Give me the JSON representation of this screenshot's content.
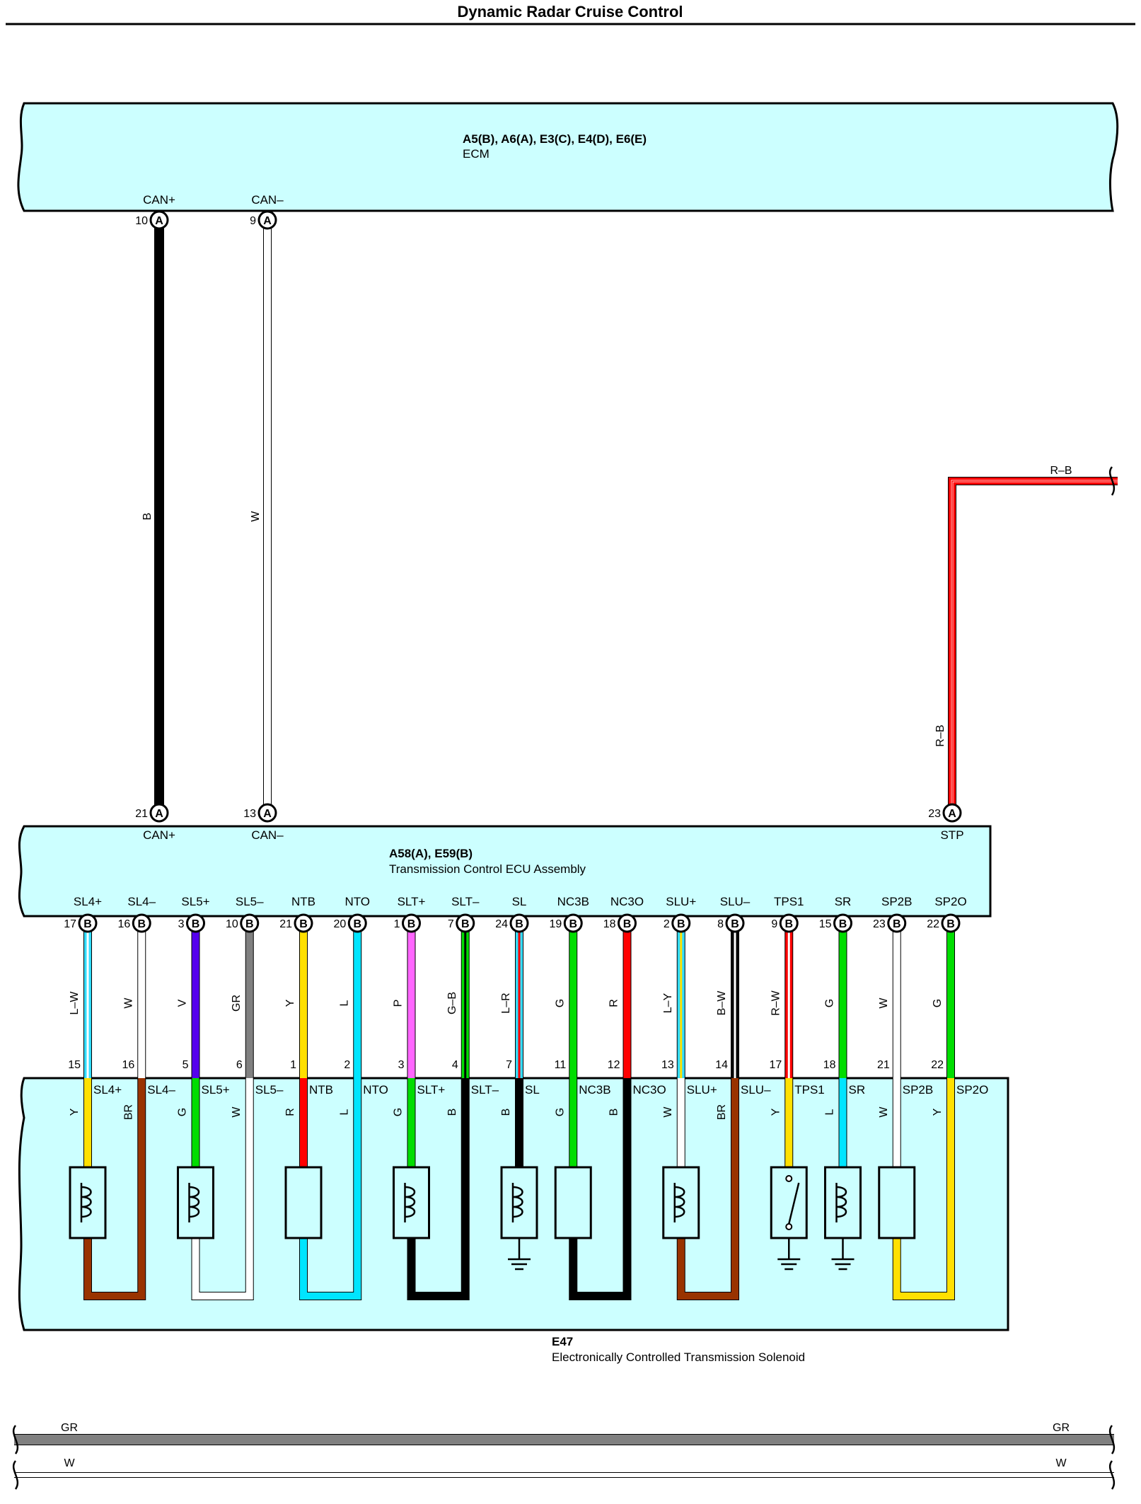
{
  "title": "Dynamic Radar Cruise Control",
  "ecm": {
    "code": "A5(B), A6(A), E3(C), E4(D), E6(E)",
    "name": "ECM",
    "pins": [
      {
        "name": "CAN+",
        "pin": "10",
        "conn": "A"
      },
      {
        "name": "CAN–",
        "pin": "9",
        "conn": "A"
      }
    ]
  },
  "tcm": {
    "code": "A58(A), E59(B)",
    "name": "Transmission Control ECU Assembly",
    "top_pins": [
      {
        "name": "CAN+",
        "pin": "21",
        "conn": "A"
      },
      {
        "name": "CAN–",
        "pin": "13",
        "conn": "A"
      },
      {
        "name": "STP",
        "pin": "23",
        "conn": "A"
      }
    ],
    "bottom_pins": [
      {
        "name": "SL4+",
        "pin": "17",
        "conn": "B"
      },
      {
        "name": "SL4–",
        "pin": "16",
        "conn": "B"
      },
      {
        "name": "SL5+",
        "pin": "3",
        "conn": "B"
      },
      {
        "name": "SL5–",
        "pin": "10",
        "conn": "B"
      },
      {
        "name": "NTB",
        "pin": "21",
        "conn": "B"
      },
      {
        "name": "NTO",
        "pin": "20",
        "conn": "B"
      },
      {
        "name": "SLT+",
        "pin": "1",
        "conn": "B"
      },
      {
        "name": "SLT–",
        "pin": "7",
        "conn": "B"
      },
      {
        "name": "SL",
        "pin": "24",
        "conn": "B"
      },
      {
        "name": "NC3B",
        "pin": "19",
        "conn": "B"
      },
      {
        "name": "NC3O",
        "pin": "18",
        "conn": "B"
      },
      {
        "name": "SLU+",
        "pin": "2",
        "conn": "B"
      },
      {
        "name": "SLU–",
        "pin": "8",
        "conn": "B"
      },
      {
        "name": "TPS1",
        "pin": "9",
        "conn": "B"
      },
      {
        "name": "SR",
        "pin": "15",
        "conn": "B"
      },
      {
        "name": "SP2B",
        "pin": "23",
        "conn": "B"
      },
      {
        "name": "SP2O",
        "pin": "22",
        "conn": "B"
      }
    ]
  },
  "can_wires": [
    {
      "label": "B",
      "color": "#000000"
    },
    {
      "label": "W",
      "color": "#ffffff"
    }
  ],
  "rb_wire": {
    "label": "R–B",
    "color": "#ff0000",
    "stripe": "#000000"
  },
  "harness": [
    {
      "label": "L–W",
      "color": "#33ddff",
      "stripe": "#ffffff"
    },
    {
      "label": "W",
      "color": "#ffffff",
      "stripe": ""
    },
    {
      "label": "V",
      "color": "#5500ee",
      "stripe": ""
    },
    {
      "label": "GR",
      "color": "#808080",
      "stripe": ""
    },
    {
      "label": "Y",
      "color": "#ffe000",
      "stripe": ""
    },
    {
      "label": "L",
      "color": "#00e5ff",
      "stripe": ""
    },
    {
      "label": "P",
      "color": "#ff66ff",
      "stripe": ""
    },
    {
      "label": "G–B",
      "color": "#00dd00",
      "stripe": "#000000"
    },
    {
      "label": "L–R",
      "color": "#33ddff",
      "stripe": "#ff0000"
    },
    {
      "label": "G",
      "color": "#00dd00",
      "stripe": ""
    },
    {
      "label": "R",
      "color": "#ff0000",
      "stripe": ""
    },
    {
      "label": "L–Y",
      "color": "#33ddff",
      "stripe": "#ffe000"
    },
    {
      "label": "B–W",
      "color": "#000000",
      "stripe": "#ffffff"
    },
    {
      "label": "R–W",
      "color": "#ff0000",
      "stripe": "#ffffff"
    },
    {
      "label": "G",
      "color": "#00dd00",
      "stripe": ""
    },
    {
      "label": "W",
      "color": "#ffffff",
      "stripe": ""
    },
    {
      "label": "G",
      "color": "#00dd00",
      "stripe": ""
    }
  ],
  "solenoid": {
    "code": "E47",
    "name": "Electronically Controlled Transmission Solenoid",
    "pins": [
      {
        "pin": "15",
        "name": "SL4+",
        "wire": "Y"
      },
      {
        "pin": "16",
        "name": "SL4–",
        "wire": "BR"
      },
      {
        "pin": "5",
        "name": "SL5+",
        "wire": "G"
      },
      {
        "pin": "6",
        "name": "SL5–",
        "wire": "W"
      },
      {
        "pin": "1",
        "name": "NTB",
        "wire": "R"
      },
      {
        "pin": "2",
        "name": "NTO",
        "wire": "L"
      },
      {
        "pin": "3",
        "name": "SLT+",
        "wire": "G"
      },
      {
        "pin": "4",
        "name": "SLT–",
        "wire": "B"
      },
      {
        "pin": "7",
        "name": "SL",
        "wire": "B"
      },
      {
        "pin": "11",
        "name": "NC3B",
        "wire": "G"
      },
      {
        "pin": "12",
        "name": "NC3O",
        "wire": "B"
      },
      {
        "pin": "13",
        "name": "SLU+",
        "wire": "W"
      },
      {
        "pin": "14",
        "name": "SLU–",
        "wire": "BR"
      },
      {
        "pin": "17",
        "name": "TPS1",
        "wire": "Y"
      },
      {
        "pin": "18",
        "name": "SR",
        "wire": "L"
      },
      {
        "pin": "21",
        "name": "SP2B",
        "wire": "W"
      },
      {
        "pin": "22",
        "name": "SP2O",
        "wire": "Y"
      }
    ]
  },
  "bottom_wires": [
    {
      "label": "GR",
      "color": "#808080"
    },
    {
      "label": "W",
      "color": "#ffffff"
    }
  ],
  "colors": {
    "box": "#ccffff",
    "brown": "#993300",
    "black": "#000000",
    "white": "#ffffff",
    "cyan": "#00e5ff",
    "yellow": "#ffe000",
    "red": "#ff0000",
    "green": "#00dd00"
  }
}
